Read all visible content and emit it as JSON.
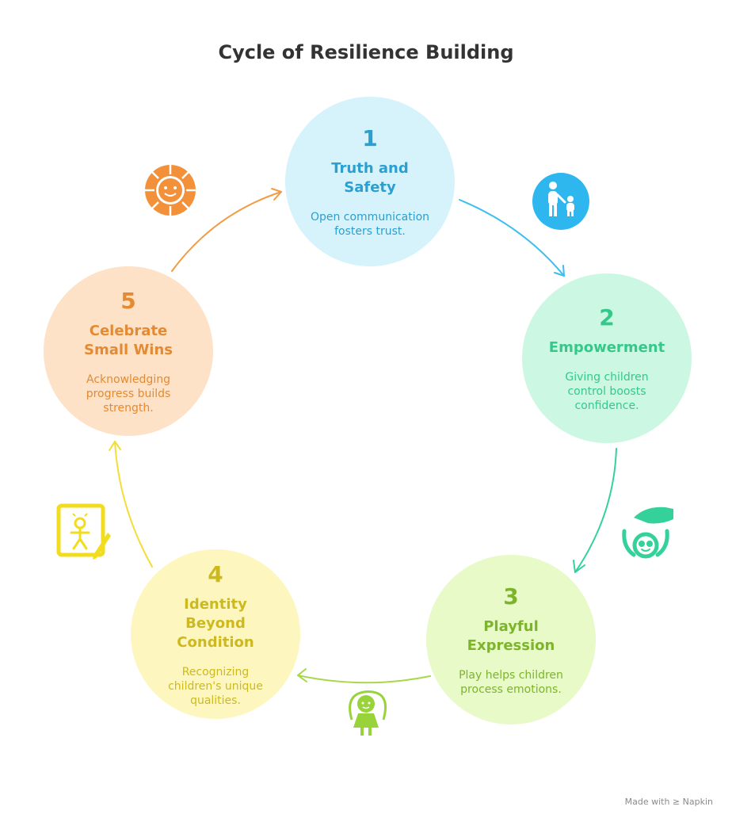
{
  "title": "Cycle of Resilience Building",
  "credit": "Made with ≥ Napkin",
  "steps": [
    {
      "number": "1",
      "title": "Truth and Safety",
      "description": "Open communication fosters trust.",
      "fill": "#d6f3fc",
      "text_color": "#2a9fd0",
      "icon": "parent-and-child-icon"
    },
    {
      "number": "2",
      "title": "Empowerment",
      "description": "Giving children control boosts confidence.",
      "fill": "#ccf7e3",
      "text_color": "#34c98a",
      "icon": "hand-over-child-icon"
    },
    {
      "number": "3",
      "title": "Playful Expression",
      "description": "Play helps children process emotions.",
      "fill": "#e7fac7",
      "text_color": "#7cb52a",
      "icon": "jump-rope-child-icon"
    },
    {
      "number": "4",
      "title": "Identity Beyond Condition",
      "description": "Recognizing children's unique qualities.",
      "fill": "#fdf7bf",
      "text_color": "#cdb91f",
      "icon": "child-drawing-icon"
    },
    {
      "number": "5",
      "title": "Celebrate Small Wins",
      "description": "Acknowledging progress builds strength.",
      "fill": "#fde2c8",
      "text_color": "#e48a32",
      "icon": "smiling-sun-badge-icon"
    }
  ],
  "arrow_colors": [
    "#3bbef0",
    "#34d19b",
    "#a6d84a",
    "#f3dd37",
    "#f29b45"
  ]
}
